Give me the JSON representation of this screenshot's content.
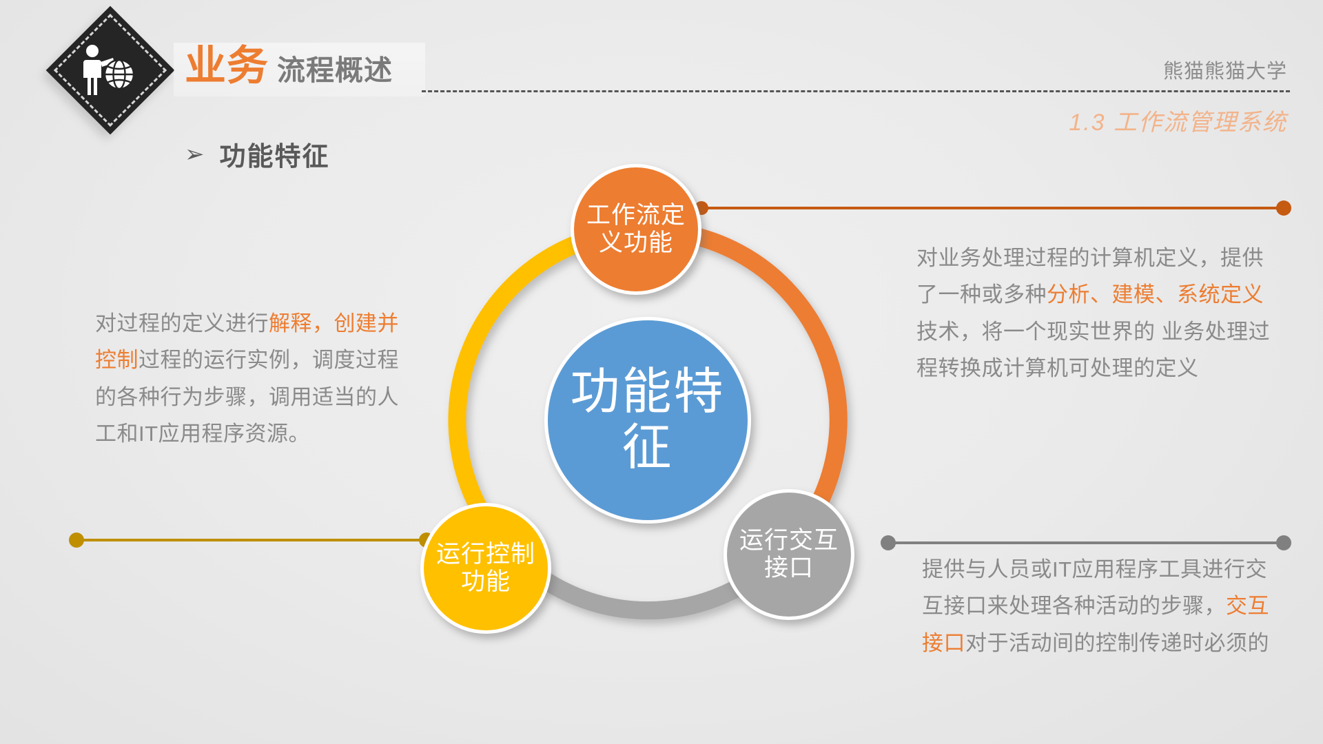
{
  "header": {
    "logo_icon": "presenter-globe-icon",
    "title_strong": "业务",
    "title_weak": "流程概述",
    "org_name": "熊猫熊猫大学",
    "section_number": "1.3 工作流管理系统"
  },
  "heading": {
    "bullet_glyph": "➢",
    "label": "功能特征"
  },
  "diagram": {
    "center": {
      "label": "功能特征",
      "color": "#5B9BD5"
    },
    "nodes": [
      {
        "id": "workflow-definition",
        "label": "工作流定义功能",
        "color": "#ED7D31"
      },
      {
        "id": "operation-control",
        "label": "运行控制功能",
        "color": "#FFC000"
      },
      {
        "id": "operation-interface",
        "label": "运行交互接口",
        "color": "#A6A6A6"
      }
    ],
    "arcs": [
      {
        "id": "arc-orange",
        "color": "#ED7D31"
      },
      {
        "id": "arc-gray",
        "color": "#A6A6A6"
      },
      {
        "id": "arc-yellow",
        "color": "#FFC000"
      }
    ]
  },
  "callouts": {
    "left": {
      "connector_color": "#BF8F00",
      "segments": [
        {
          "text": "对过程的定义进行",
          "highlight": false
        },
        {
          "text": "解释，创建并控制",
          "highlight": true
        },
        {
          "text": "过程的运行实例，调度过程的各种行为步骤，调用适当的人工和IT应用程序资源。",
          "highlight": false
        }
      ]
    },
    "right_top": {
      "connector_color": "#C55A11",
      "segments": [
        {
          "text": "对业务处理过程的计算机定义，提供了一种或多种",
          "highlight": false
        },
        {
          "text": "分析、建模、系统定义",
          "highlight": true
        },
        {
          "text": "技术，将一个现实世界的 业务处理过程转换成计算机可处理的定义",
          "highlight": false
        }
      ]
    },
    "right_bottom": {
      "connector_color": "#808080",
      "segments": [
        {
          "text": "提供与人员或IT应用程序工具进行交互接口来处理各种活动的步骤，",
          "highlight": false
        },
        {
          "text": "交互接口",
          "highlight": true
        },
        {
          "text": "对于活动间的控制传递时必须的",
          "highlight": false
        }
      ]
    }
  },
  "colors": {
    "background": "#EBEBEB",
    "accent_orange": "#ED7D31",
    "accent_yellow": "#FFC000",
    "accent_gray": "#A6A6A6",
    "accent_blue": "#5B9BD5",
    "body_text": "#8A8A8A",
    "heading_text": "#595959"
  }
}
